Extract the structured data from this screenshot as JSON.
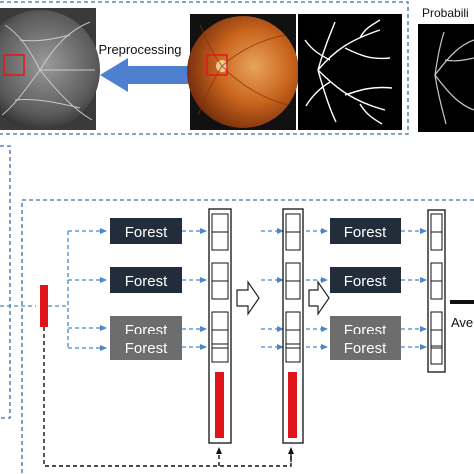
{
  "top_panel": {
    "preprocessing_label": "Preprocessing",
    "probability_label": "Probabili"
  },
  "forests": [
    {
      "label": "Forest",
      "color": "#222d3b"
    },
    {
      "label": "Forest",
      "color": "#222d3b"
    },
    {
      "label": "Forest",
      "color": "#6d6d6d"
    },
    {
      "label": "Forest",
      "color": "#6d6d6d"
    }
  ],
  "stage2_forests": [
    {
      "label": "Forest",
      "color": "#222d3b"
    },
    {
      "label": "Forest",
      "color": "#222d3b"
    },
    {
      "label": "Forest",
      "color": "#6d6d6d"
    },
    {
      "label": "Forest",
      "color": "#6d6d6d"
    }
  ],
  "average_label": "Ave",
  "colors": {
    "dashed_border": "#3b6ea8",
    "arrow_blue": "#4a86c8",
    "big_arrow": "#4f7fcf",
    "feature_red": "#e0151b",
    "highlight_red": "#e5161d",
    "fundus_orange": "#c9641d"
  }
}
